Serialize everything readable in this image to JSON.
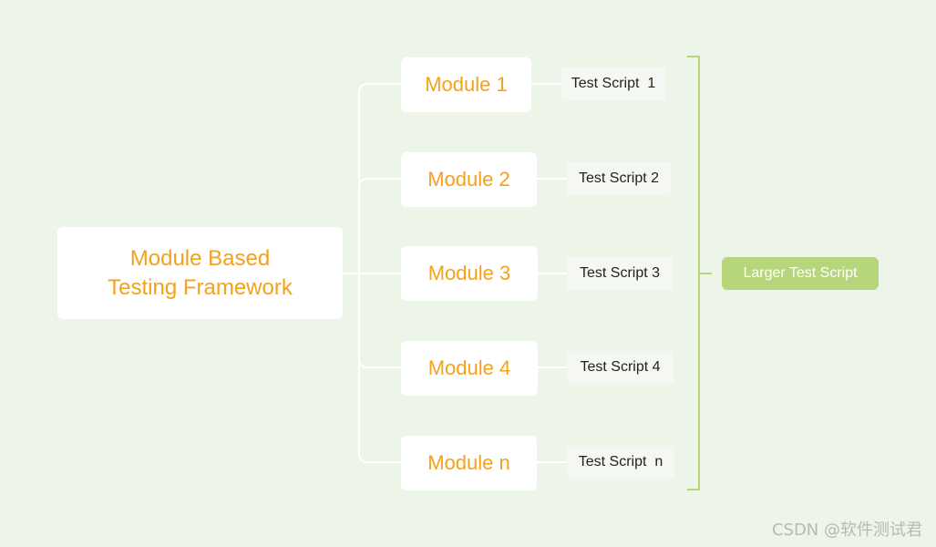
{
  "root": {
    "label_line1": "Module Based",
    "label_line2": "Testing Framework"
  },
  "modules": [
    {
      "label": "Module 1",
      "script": "Test Script  1"
    },
    {
      "label": "Module 2",
      "script": "Test Script 2"
    },
    {
      "label": "Module 3",
      "script": "Test Script 3"
    },
    {
      "label": "Module 4",
      "script": "Test Script 4"
    },
    {
      "label": "Module n",
      "script": "Test Script  n"
    }
  ],
  "result": {
    "label": "Larger Test Script"
  },
  "watermark": "CSDN @软件测试君",
  "colors": {
    "background": "#edf4e8",
    "module_text": "#f5a11c",
    "connector": "#ffffff",
    "bracket": "#b7d57a",
    "result_fill": "#b7d57a"
  }
}
